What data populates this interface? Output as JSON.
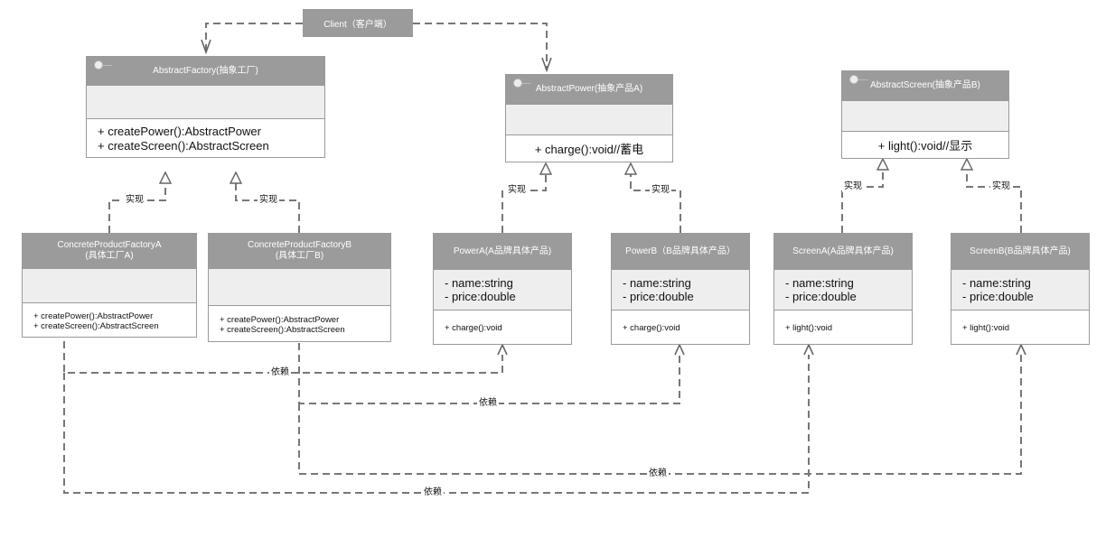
{
  "client": "Client（客户端）",
  "abstract_factory": {
    "title": "AbstractFactory(抽象工厂)",
    "ops": [
      "+ createPower():AbstractPower",
      "+ createScreen():AbstractScreen"
    ]
  },
  "abstract_power": {
    "title": "AbstractPower(抽象产品A)",
    "ops": [
      "+ charge():void//蓄电"
    ]
  },
  "abstract_screen": {
    "title": "AbstractScreen(抽象产品B)",
    "ops": [
      "+ light():void//显示"
    ]
  },
  "factory_a": {
    "title": "ConcreteProductFactoryA",
    "subtitle": "(具体工厂A)",
    "ops": [
      "+ createPower():AbstractPower",
      "+ createScreen():AbstractScreen"
    ]
  },
  "factory_b": {
    "title": "ConcreteProductFactoryB",
    "subtitle": "(具体工厂B)",
    "ops": [
      "+ createPower():AbstractPower",
      "+ createScreen():AbstractScreen"
    ]
  },
  "power_a": {
    "title": "PowerA(A品牌具体产品)",
    "attrs": [
      "- name:string",
      "- price:double"
    ],
    "ops": [
      "+ charge():void"
    ]
  },
  "power_b": {
    "title": "PowerB（B品牌具体产品）",
    "attrs": [
      "- name:string",
      "- price:double"
    ],
    "ops": [
      "+ charge():void"
    ]
  },
  "screen_a": {
    "title": "ScreenA(A品牌具体产品)",
    "attrs": [
      "- name:string",
      "- price:double"
    ],
    "ops": [
      "+ light():void"
    ]
  },
  "screen_b": {
    "title": "ScreenB(B品牌具体产品)",
    "attrs": [
      "- name:string",
      "- price:double"
    ],
    "ops": [
      "+ light():void"
    ]
  },
  "labels": {
    "realize": "实现",
    "depend": "依赖"
  }
}
